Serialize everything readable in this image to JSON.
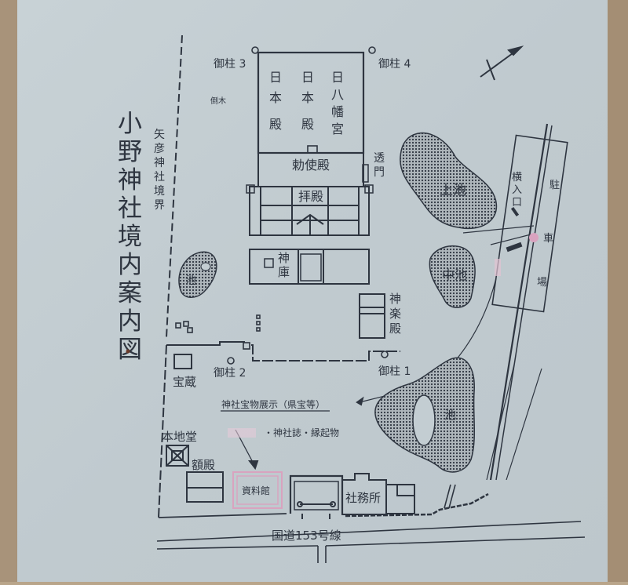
{
  "map": {
    "title_chars": [
      "小",
      "野",
      "神",
      "社",
      "境",
      "内",
      "案",
      "内",
      "図"
    ],
    "border_label_chars": [
      "矢",
      "彦",
      "神",
      "社",
      "境",
      "界"
    ],
    "hachiman_chars": [
      "八",
      "幡",
      "宮"
    ],
    "honden_chars": [
      "本",
      "殿"
    ],
    "sun_char": "日",
    "chokushiden": "勅使殿",
    "sukimon_chars": [
      "透",
      "門"
    ],
    "haiden": "拝殿",
    "shinko_chars": [
      "神",
      "庫"
    ],
    "kaguraden_chars": [
      "神",
      "楽",
      "殿"
    ],
    "ike": "池",
    "kaminoike": "上池",
    "nakanoike": "中池",
    "parking_chars": [
      "駐",
      "車",
      "場"
    ],
    "side_entrance_chars": [
      "横",
      "入",
      "口"
    ],
    "pillars": [
      "御柱 1",
      "御柱 2",
      "御柱 3",
      "御柱 4"
    ],
    "takimoku": "倒木",
    "hozo": "宝蔵",
    "honjido": "本地堂",
    "gakuden": "額殿",
    "shiryokan": "資料館",
    "shamusho": "社務所",
    "exhibit_title": "神社宝物展示（県宝等）",
    "exhibit_items": "・神社誌・縁起物",
    "road": "国道153号線"
  },
  "colors": {
    "panel": "#c3cdd2",
    "ink": "#2e3540",
    "wood": "#b9a58a",
    "pond_fill": "#7d858c",
    "pink": "#d9a3bf"
  }
}
